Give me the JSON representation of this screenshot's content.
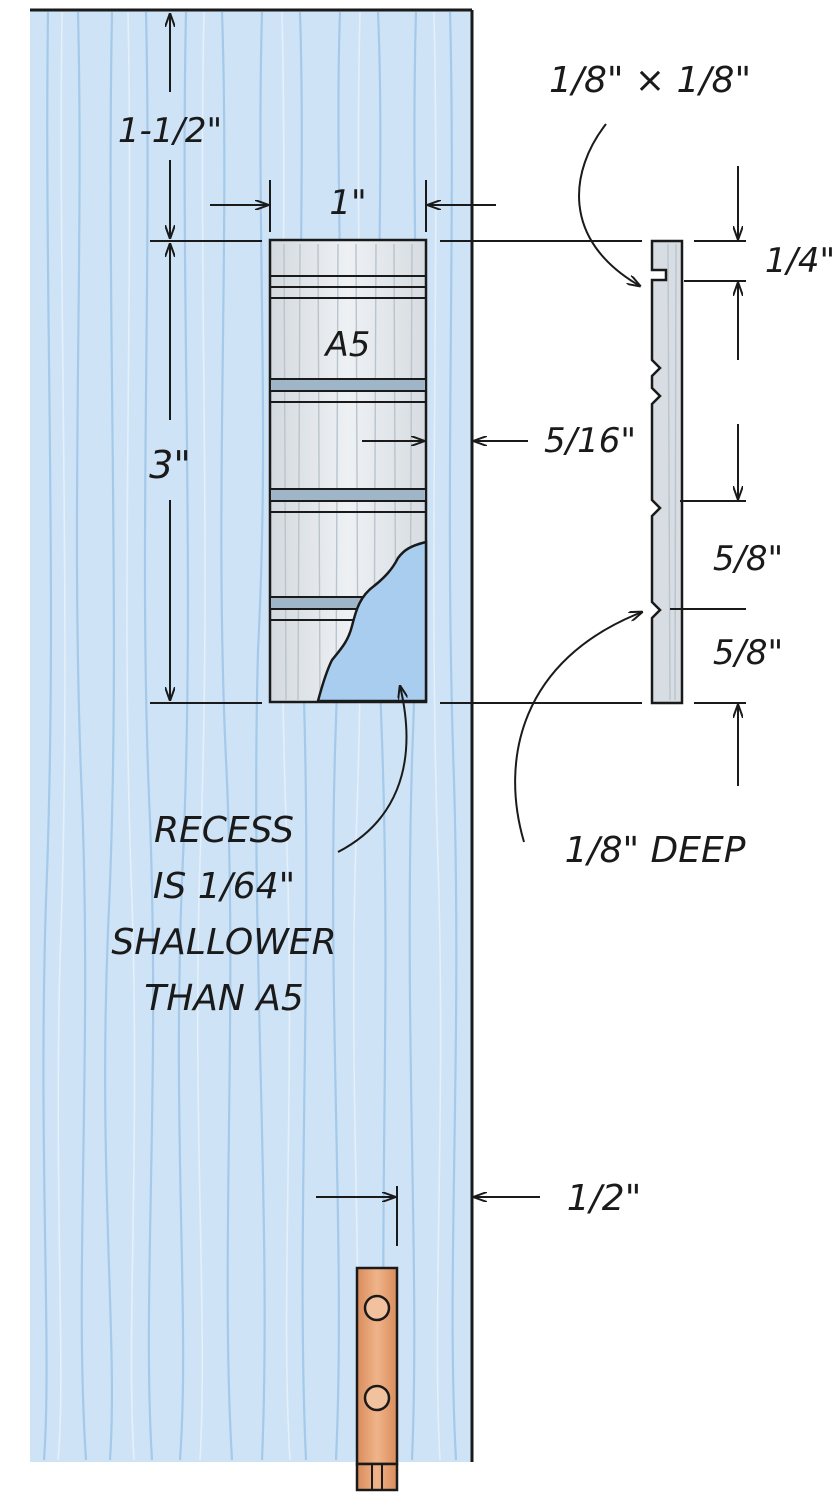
{
  "diagram": {
    "dimensions": {
      "top_gap": "1-1/2\"",
      "insert_width": "1\"",
      "insert_height": "3\"",
      "edge_offset": "5/16\"",
      "groove_size": "1/8\" × 1/8\"",
      "top_to_groove": "1/4\"",
      "spacing_1": "5/8\"",
      "spacing_2": "5/8\"",
      "groove_depth": "1/8\" DEEP",
      "hinge_offset": "1/2\""
    },
    "part_label": "A5",
    "recess_note": [
      "RECESS",
      "IS 1/64\"",
      "SHALLOWER",
      "THAN A5"
    ],
    "colors": {
      "board": "#cfe3f6",
      "board_edge": "#1a1a1a",
      "insert": "#e4e8ec",
      "hinge": "#e6a57a"
    }
  }
}
